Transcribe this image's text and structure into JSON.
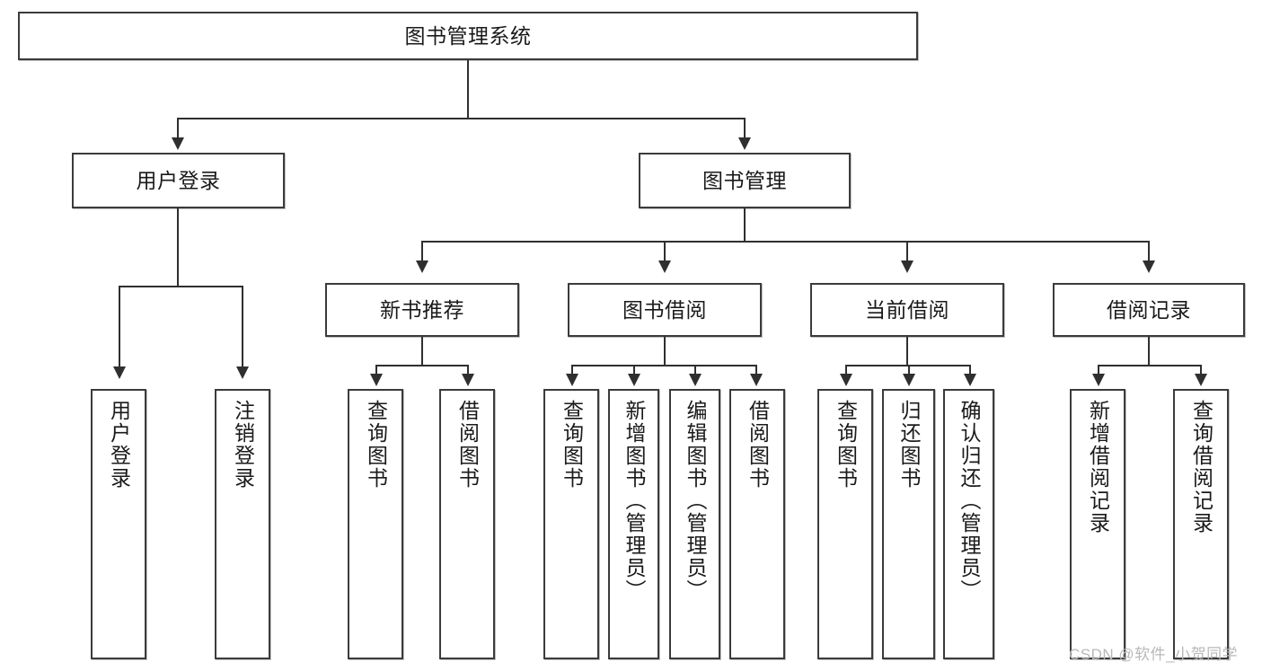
{
  "diagram": {
    "type": "tree-hierarchy-chart",
    "title": "图书管理系统",
    "watermark": "CSDN @软件_小贺同学",
    "colors": {
      "box_border": "#3b3b3b",
      "line": "#2f2f2f",
      "background": "#ffffff",
      "text": "#1a1a1a",
      "watermark": "#b9b9b9"
    },
    "root": {
      "label": "图书管理系统"
    },
    "level2": [
      {
        "label": "用户登录"
      },
      {
        "label": "图书管理"
      }
    ],
    "level3": [
      {
        "label": "新书推荐"
      },
      {
        "label": "图书借阅"
      },
      {
        "label": "当前借阅"
      },
      {
        "label": "借阅记录"
      }
    ],
    "leaves": {
      "user_login": [
        {
          "label": "用户登录"
        },
        {
          "label": "注销登录"
        }
      ],
      "new_book_recommend": [
        {
          "label": "查询图书"
        },
        {
          "label": "借阅图书"
        }
      ],
      "book_borrow": [
        {
          "label": "查询图书"
        },
        {
          "label": "新增图书（管理员）"
        },
        {
          "label": "编辑图书（管理员）"
        },
        {
          "label": "借阅图书"
        }
      ],
      "current_borrow": [
        {
          "label": "查询图书"
        },
        {
          "label": "归还图书"
        },
        {
          "label": "确认归还（管理员）"
        }
      ],
      "borrow_record": [
        {
          "label": "新增借阅记录"
        },
        {
          "label": "查询借阅记录"
        }
      ]
    }
  }
}
